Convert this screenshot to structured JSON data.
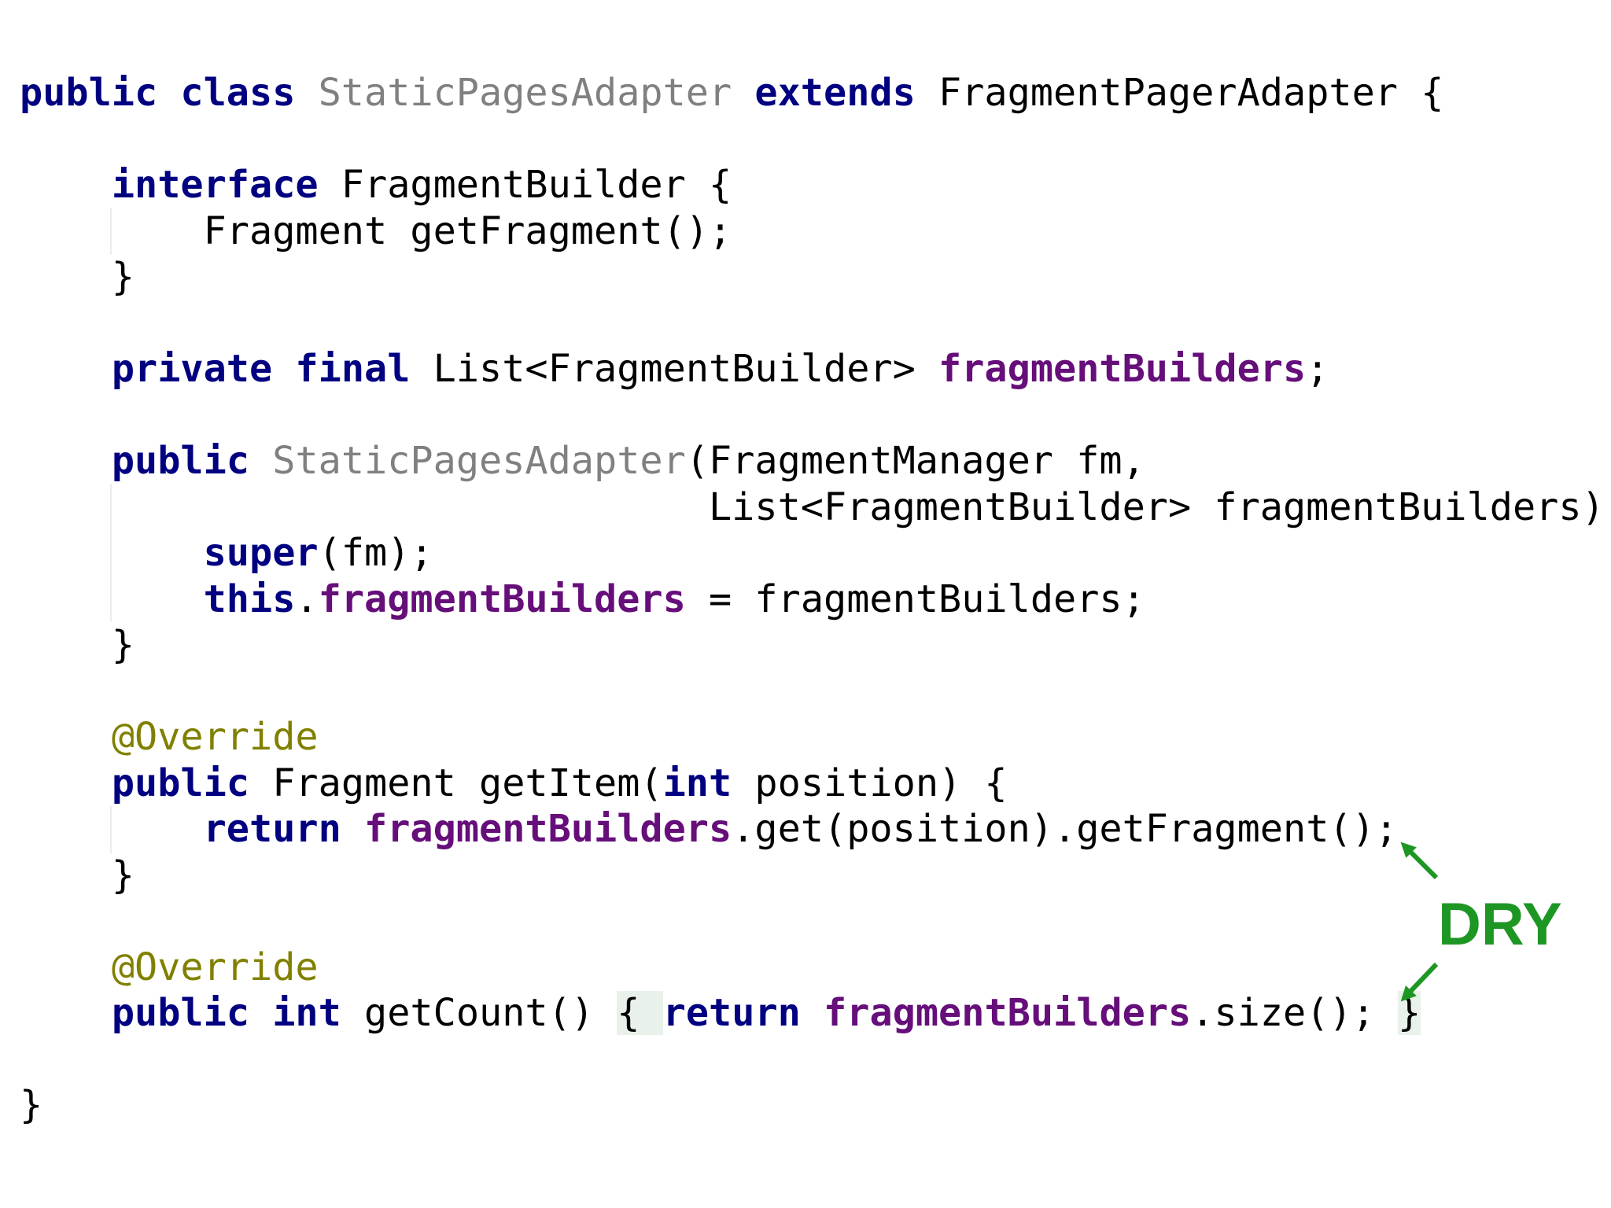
{
  "code": {
    "lines": [
      [
        {
          "t": "public",
          "c": "kw"
        },
        {
          "t": " "
        },
        {
          "t": "class",
          "c": "kw"
        },
        {
          "t": " "
        },
        {
          "t": "StaticPagesAdapter",
          "c": "gray"
        },
        {
          "t": " "
        },
        {
          "t": "extends",
          "c": "kw"
        },
        {
          "t": " FragmentPagerAdapter {"
        }
      ],
      [],
      [
        {
          "t": "    "
        },
        {
          "t": "interface",
          "c": "kw"
        },
        {
          "t": " FragmentBuilder {"
        }
      ],
      [
        {
          "t": "        Fragment getFragment();"
        }
      ],
      [
        {
          "t": "    }"
        }
      ],
      [],
      [
        {
          "t": "    "
        },
        {
          "t": "private",
          "c": "kw"
        },
        {
          "t": " "
        },
        {
          "t": "final",
          "c": "kw"
        },
        {
          "t": " List<FragmentBuilder> "
        },
        {
          "t": "fragmentBuilders",
          "c": "fld"
        },
        {
          "t": ";"
        }
      ],
      [],
      [
        {
          "t": "    "
        },
        {
          "t": "public",
          "c": "kw"
        },
        {
          "t": " "
        },
        {
          "t": "StaticPagesAdapter",
          "c": "gray"
        },
        {
          "t": "(FragmentManager fm,"
        }
      ],
      [
        {
          "t": "                              List<FragmentBuilder> fragmentBuilders) {"
        }
      ],
      [
        {
          "t": "        "
        },
        {
          "t": "super",
          "c": "kw"
        },
        {
          "t": "(fm);"
        }
      ],
      [
        {
          "t": "        "
        },
        {
          "t": "this",
          "c": "kw"
        },
        {
          "t": "."
        },
        {
          "t": "fragmentBuilders",
          "c": "fld"
        },
        {
          "t": " = fragmentBuilders;"
        }
      ],
      [
        {
          "t": "    }"
        }
      ],
      [],
      [
        {
          "t": "    "
        },
        {
          "t": "@Override",
          "c": "ann"
        }
      ],
      [
        {
          "t": "    "
        },
        {
          "t": "public",
          "c": "kw"
        },
        {
          "t": " Fragment getItem("
        },
        {
          "t": "int",
          "c": "kw"
        },
        {
          "t": " position) {"
        }
      ],
      [
        {
          "t": "        "
        },
        {
          "t": "return",
          "c": "kw"
        },
        {
          "t": " "
        },
        {
          "t": "fragmentBuilders",
          "c": "fld"
        },
        {
          "t": ".get(position).getFragment();"
        }
      ],
      [
        {
          "t": "    }"
        }
      ],
      [],
      [
        {
          "t": "    "
        },
        {
          "t": "@Override",
          "c": "ann"
        }
      ],
      [
        {
          "t": "    "
        },
        {
          "t": "public",
          "c": "kw"
        },
        {
          "t": " "
        },
        {
          "t": "int",
          "c": "kw"
        },
        {
          "t": " getCount() "
        },
        {
          "t": "{ ",
          "c": "fold"
        },
        {
          "t": "return",
          "c": "kw"
        },
        {
          "t": " "
        },
        {
          "t": "fragmentBuilders",
          "c": "fld"
        },
        {
          "t": ".size(); "
        },
        {
          "t": "}",
          "c": "fold"
        }
      ],
      [],
      [
        {
          "t": "}"
        }
      ]
    ]
  },
  "annotation": {
    "label": "DRY",
    "color": "#1e9624"
  },
  "colors": {
    "keyword": "#000080",
    "class_name_gray": "#808080",
    "field": "#660e7a",
    "annotation": "#808000",
    "fold_highlight": "#e9f2ea",
    "dry_green": "#1e9624"
  }
}
